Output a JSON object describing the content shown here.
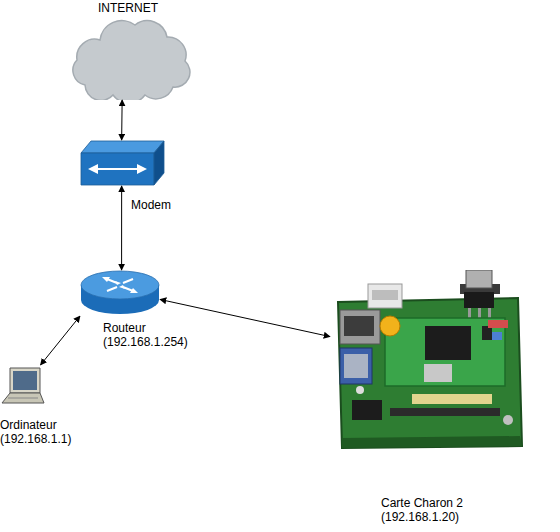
{
  "diagram": {
    "nodes": [
      {
        "text": [
          "INTERNET"
        ]
      },
      {
        "text": [
          "Modem"
        ]
      },
      {
        "text": [
          "Routeur",
          "(192.168.1.254)"
        ]
      },
      {
        "text": [
          "Ordinateur",
          "(192.168.1.1)"
        ]
      },
      {
        "text": [
          "Carte Charon 2",
          "(192.168.1.20)"
        ]
      }
    ],
    "edges": [
      {
        "from": 0,
        "to": 1,
        "arrow": "both"
      },
      {
        "from": 1,
        "to": 2,
        "arrow": "both"
      },
      {
        "from": 2,
        "to": 3,
        "arrow": "both"
      },
      {
        "from": 2,
        "to": 4,
        "arrow": "both"
      }
    ]
  }
}
